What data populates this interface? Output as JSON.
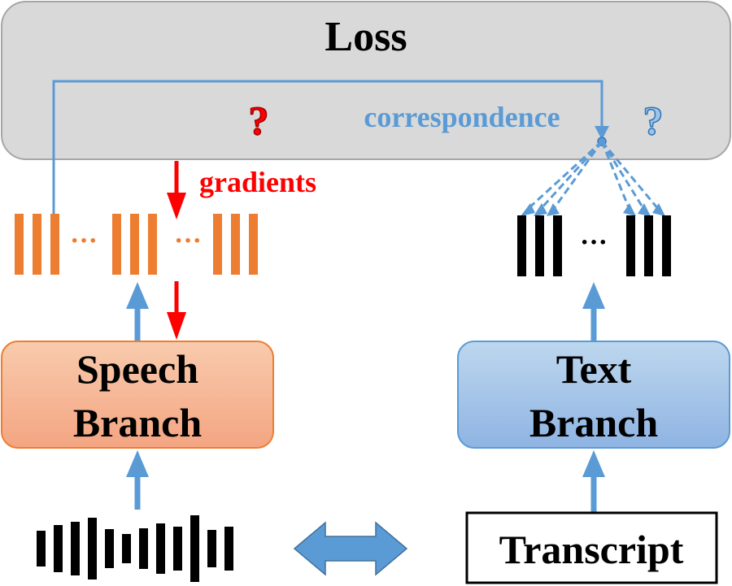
{
  "loss_box": {
    "title": "Loss",
    "fill": "#d9d9d9",
    "stroke": "#a6a6a6"
  },
  "correspondence": {
    "label": "correspondence",
    "color": "#5b9bd5"
  },
  "gradients": {
    "label": "gradients",
    "color": "#ff0000"
  },
  "question_marks": {
    "left": "?",
    "right": "?",
    "left_color": "#ff0000",
    "right_color": "#5b9bd5"
  },
  "speech_branch": {
    "line1": "Speech",
    "line2": "Branch",
    "fill_top": "#f8cbad",
    "fill_bottom": "#f4a582",
    "stroke": "#ed7d31"
  },
  "text_branch": {
    "line1": "Text",
    "line2": "Branch",
    "fill_top": "#bdd7ee",
    "fill_bottom": "#8fb4e3",
    "stroke": "#5b9bd5"
  },
  "transcript": {
    "label": "Transcript"
  },
  "speech_features": {
    "ellipsis_left": "···",
    "ellipsis_right": "···",
    "color": "#ed7d31"
  },
  "text_features": {
    "ellipsis": "···",
    "color": "#000000"
  },
  "arrow_color": "#5b9bd5"
}
